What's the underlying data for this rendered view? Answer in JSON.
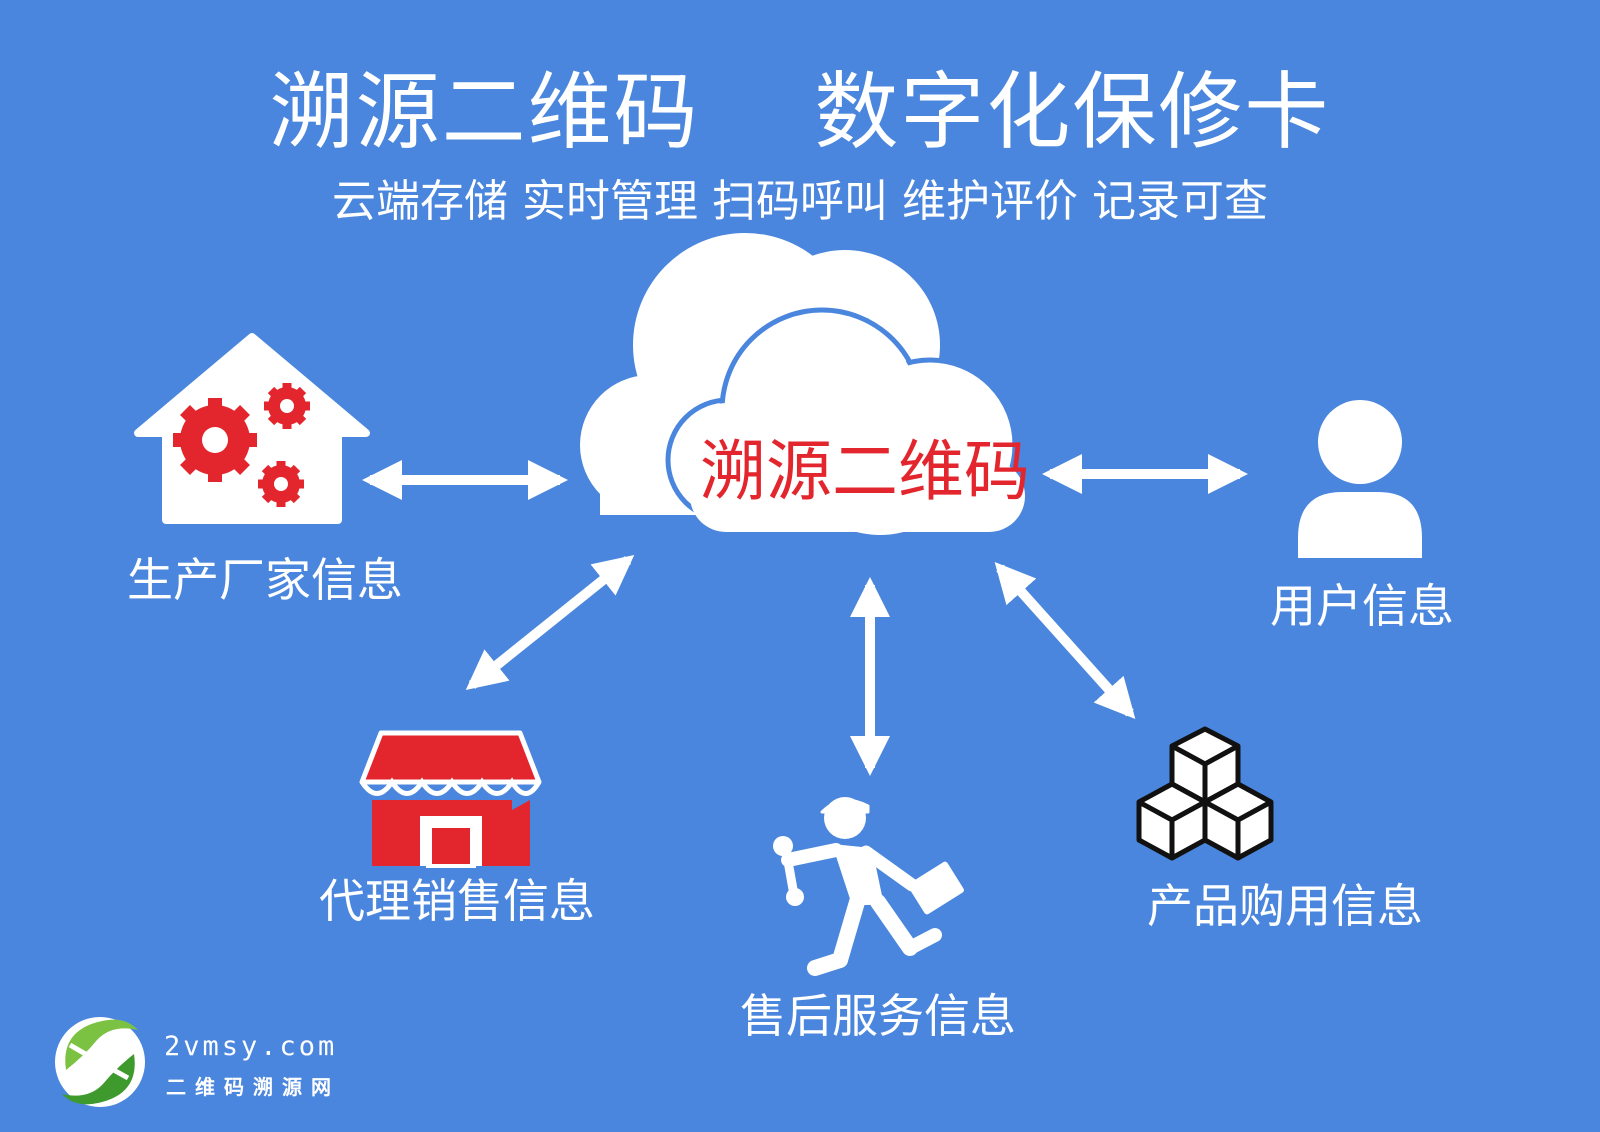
{
  "title": "溯源二维码    数字化保修卡",
  "subtitle": "云端存储 实时管理 扫码呼叫 维护评价 记录可查",
  "center_node": {
    "label": "溯源二维码"
  },
  "nodes": {
    "manufacturer": {
      "label": "生产厂家信息",
      "icon": "factory-gears-icon"
    },
    "user": {
      "label": "用户信息",
      "icon": "user-icon"
    },
    "agent": {
      "label": "代理销售信息",
      "icon": "storefront-icon"
    },
    "after_sales": {
      "label": "售后服务信息",
      "icon": "repairman-icon"
    },
    "purchase": {
      "label": "产品购用信息",
      "icon": "boxes-icon"
    }
  },
  "brand": {
    "domain": "2vmsy.com",
    "name": "二维码溯源网"
  },
  "colors": {
    "background": "#4a86dd",
    "white": "#ffffff",
    "accent_red": "#e3262d",
    "cube_stroke": "#111111",
    "logo_green": "#7cc242"
  }
}
